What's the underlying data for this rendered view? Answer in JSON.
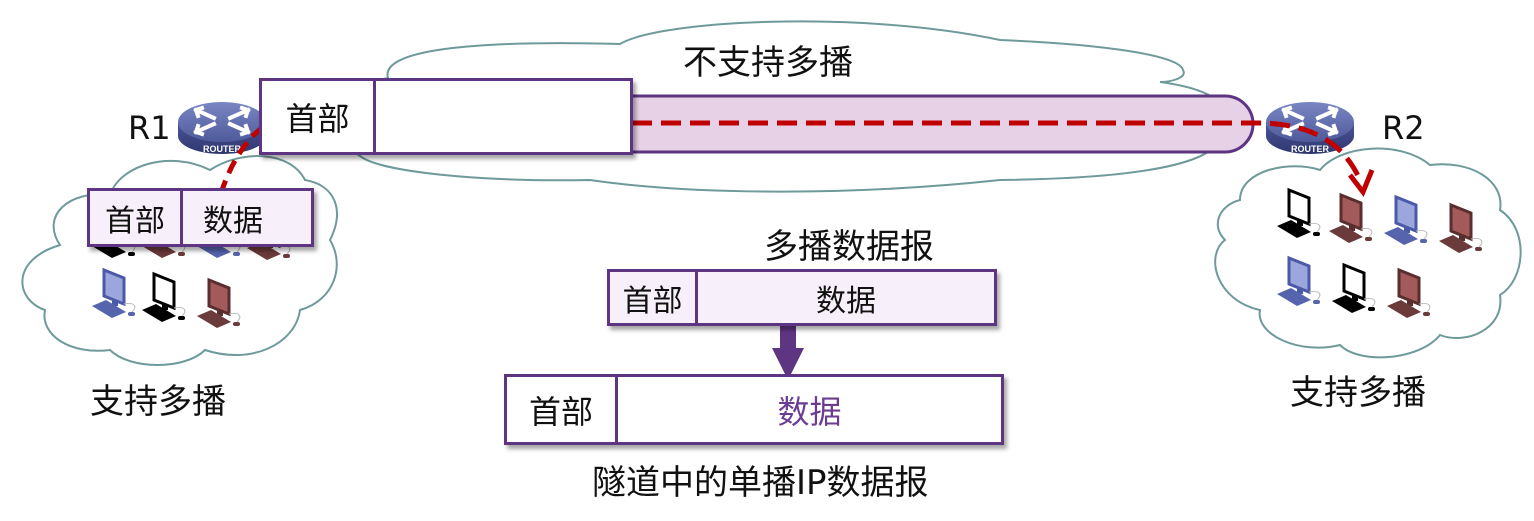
{
  "colors": {
    "packet_border": "#5e3583",
    "packet_fill_light": "#f7f0fb",
    "tunnel_fill": "#e6d1e6",
    "dashed_path": "#c00000",
    "cloud_stroke": "#6f9a9a",
    "arrow": "#5e3583",
    "purple_text": "#6a3d93"
  },
  "labels": {
    "core_network": "不支持多播",
    "left_network": "支持多播",
    "right_network": "支持多播",
    "router1": "R1",
    "router2": "R2",
    "router_badge": "ROUTER",
    "multicast_datagram_caption": "多播数据报",
    "unicast_datagram_caption": "隧道中的单播IP数据报"
  },
  "packets": {
    "tunnel_packet": {
      "header": "首部",
      "data": ""
    },
    "left_packet": {
      "header": "首部",
      "data": "数据"
    },
    "multicast_packet": {
      "header": "首部",
      "data": "数据"
    },
    "unicast_packet": {
      "header": "首部",
      "data": "数据"
    }
  },
  "hosts": {
    "left": [
      "black",
      "brown",
      "blue",
      "brown",
      "blue",
      "black",
      "brown"
    ],
    "right": [
      "black",
      "brown",
      "blue",
      "brown",
      "blue",
      "black",
      "brown"
    ]
  }
}
